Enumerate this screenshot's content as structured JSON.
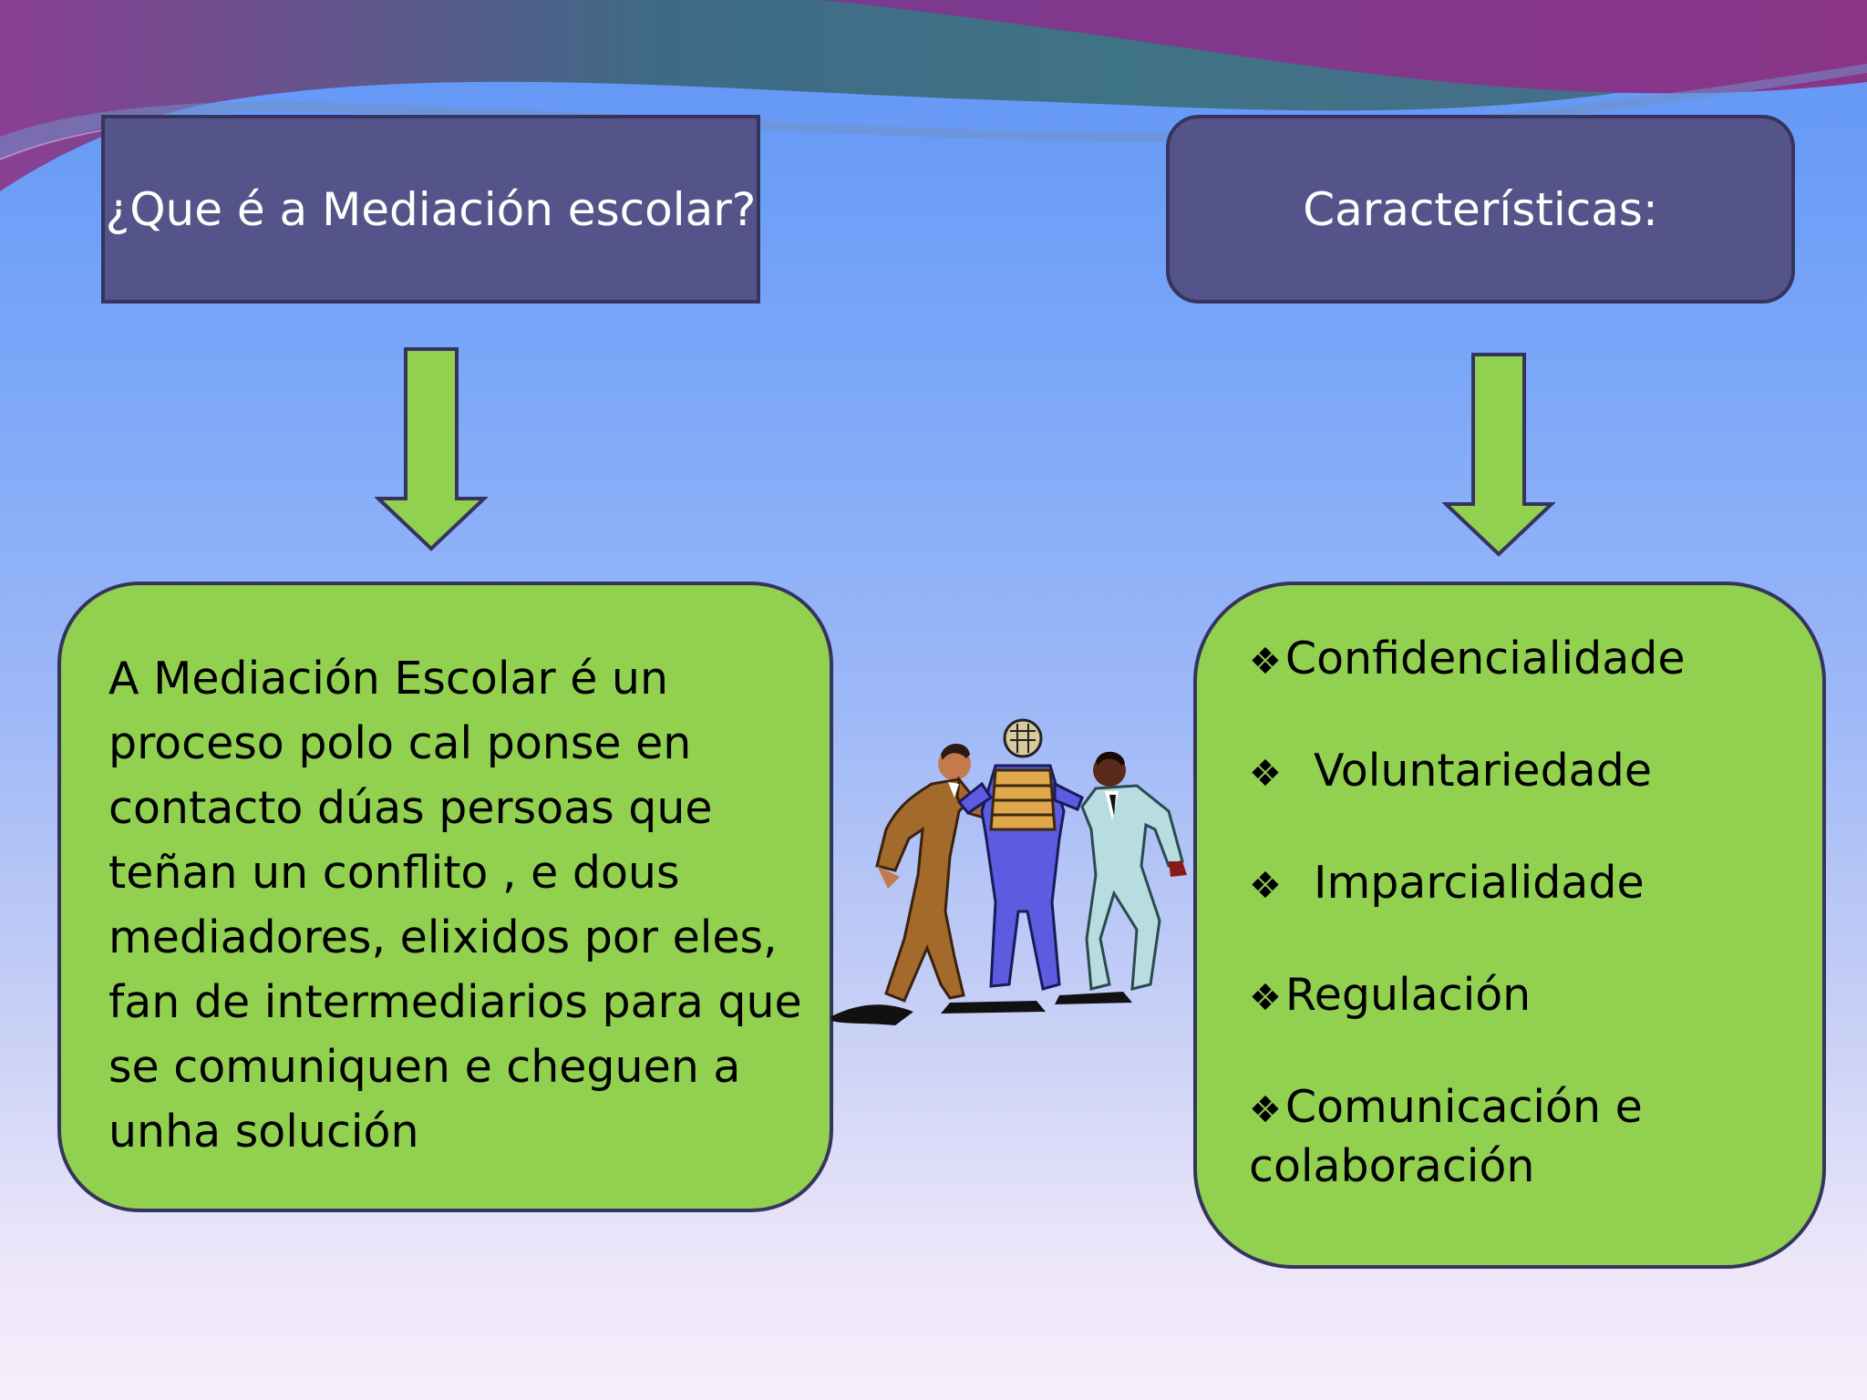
{
  "header": {
    "left_title": "¿Que é a Mediación escolar?",
    "right_title": "Características:"
  },
  "definition": {
    "text": "A Mediación Escolar é un proceso polo cal ponse en contacto dúas persoas que teñan un conflito , e dous mediadores, elixidos por eles, fan de intermediarios para que se comuniquen e cheguen a unha solución"
  },
  "characteristics": {
    "bullet_symbol": "❖",
    "items": [
      "Confidencialidade",
      "Voluntariedade",
      "Imparcialidade",
      "Regulación",
      "Comunicación e colaboración"
    ]
  },
  "colors": {
    "header_fill": "#55548a",
    "content_fill": "#92d050",
    "border": "#35345e",
    "arrow_fill": "#92d050"
  },
  "illustration": {
    "icon": "mediator-between-two-people-icon"
  }
}
